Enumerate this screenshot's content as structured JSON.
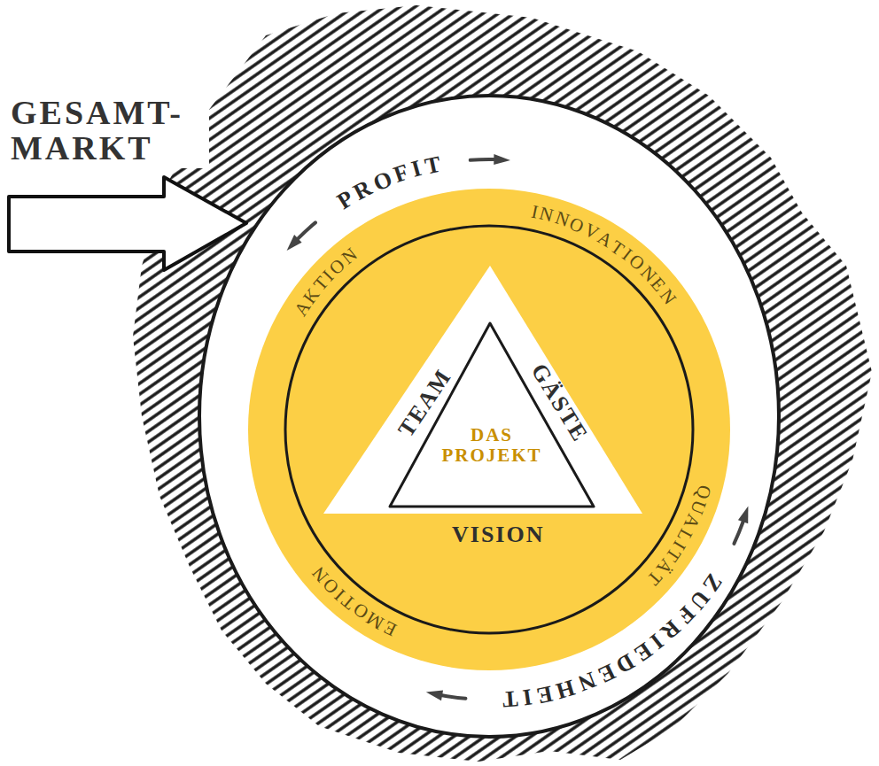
{
  "diagram": {
    "nodes": [
      {
        "text": [
          "PROFIT",
          "ZUFRIEDENHEIT"
        ]
      },
      {
        "text": [
          "AKTION",
          "INNOVATIONEN",
          "QUALITÄT",
          "EMOTION"
        ],
        "in": 0
      },
      {
        "text": [
          "TEAM",
          "GÄSTE",
          "VISION"
        ],
        "in": 1
      },
      {
        "text": [
          "DAS PROJEKT"
        ],
        "in": 2
      }
    ],
    "labels": [
      "GESAMT- MARKT"
    ]
  }
}
